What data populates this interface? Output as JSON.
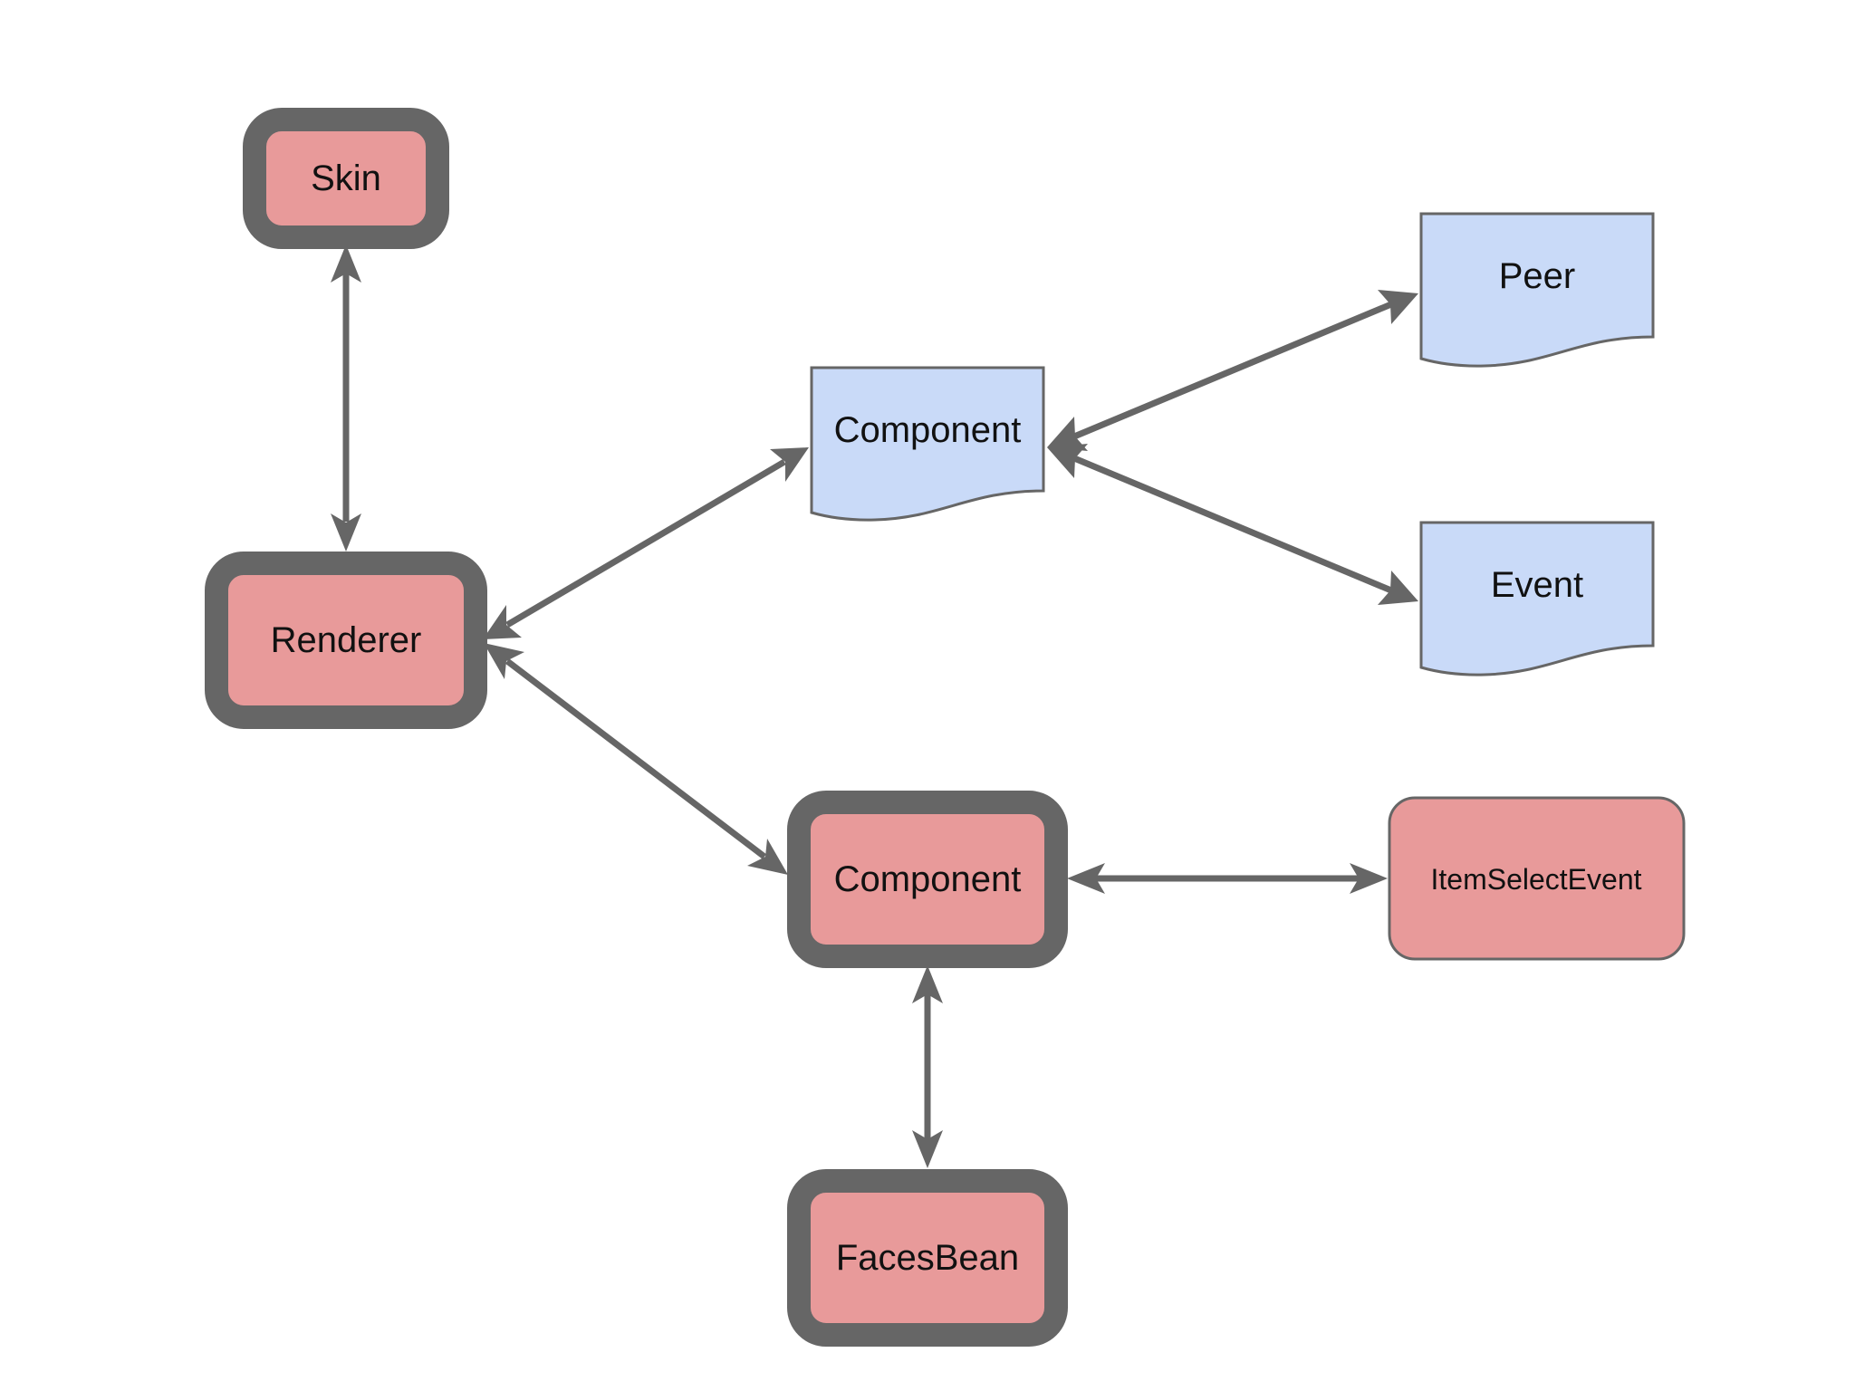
{
  "diagram": {
    "colors": {
      "red_fill": "#e89a9a",
      "blue_fill": "#c9daf8",
      "border": "#666666",
      "background": "#ffffff"
    },
    "nodes": {
      "skin": {
        "label": "Skin",
        "shape": "rounded-rectangle",
        "color": "red"
      },
      "renderer": {
        "label": "Renderer",
        "shape": "rounded-rectangle",
        "color": "red"
      },
      "component_doc": {
        "label": "Component",
        "shape": "document",
        "color": "blue"
      },
      "peer": {
        "label": "Peer",
        "shape": "document",
        "color": "blue"
      },
      "event": {
        "label": "Event",
        "shape": "document",
        "color": "blue"
      },
      "component_box": {
        "label": "Component",
        "shape": "rounded-rectangle",
        "color": "red"
      },
      "item_select_event": {
        "label": "ItemSelectEvent",
        "shape": "rounded-rectangle",
        "color": "red"
      },
      "faces_bean": {
        "label": "FacesBean",
        "shape": "rounded-rectangle",
        "color": "red"
      }
    },
    "edges": [
      {
        "from": "Skin",
        "to": "Renderer",
        "direction": "bidirectional"
      },
      {
        "from": "Renderer",
        "to": "Component",
        "direction": "bidirectional"
      },
      {
        "from": "Renderer",
        "to": "Component",
        "direction": "bidirectional"
      },
      {
        "from": "Component",
        "to": "Peer",
        "direction": "bidirectional"
      },
      {
        "from": "Component",
        "to": "Event",
        "direction": "bidirectional"
      },
      {
        "from": "Component",
        "to": "ItemSelectEvent",
        "direction": "bidirectional"
      },
      {
        "from": "Component",
        "to": "FacesBean",
        "direction": "bidirectional"
      }
    ]
  }
}
